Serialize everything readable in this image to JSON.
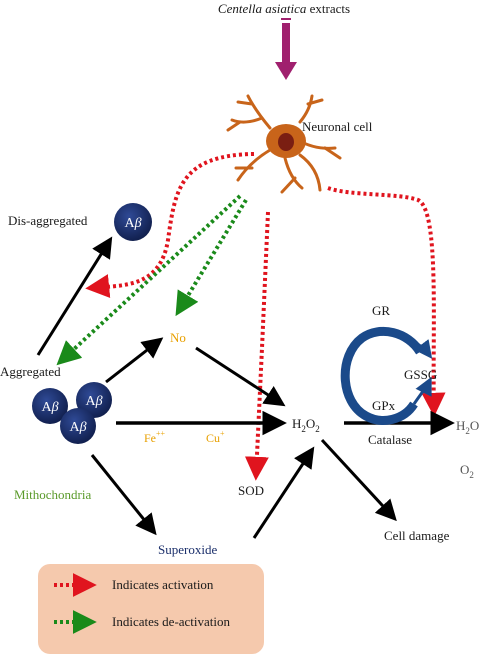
{
  "title": {
    "italic": "Centella asiatica",
    "rest": " extracts"
  },
  "labels": {
    "neuronal_cell": "Neuronal cell",
    "dis_aggregated": "Dis-aggregated",
    "aggregated": "Aggregated",
    "ab_letter": "A",
    "ab_beta": "β",
    "no": "No",
    "fe": "Fe",
    "fe_sup": "++",
    "cu": "Cu",
    "cu_sup": "+",
    "h2o2_h": "H",
    "h2o2_sub1": "2",
    "h2o2_o": "O",
    "h2o2_sub2": "2",
    "mitochondria": "Mithochondria",
    "sod": "SOD",
    "superoxide": "Superoxide",
    "cell_damage": "Cell damage",
    "gr": "GR",
    "gssg": "GSSG",
    "gpx": "GPx",
    "catalase": "Catalase",
    "h2o": "H",
    "h2o_tail": "O",
    "o2_o": "O",
    "o2_sub": "2"
  },
  "legend": {
    "activation": "Indicates activation",
    "deactivation": "Indicates de-activation"
  },
  "colors": {
    "activation": "#e0141e",
    "deactivation": "#1a8a1a",
    "ab_fill": "#1b2f6b",
    "neuron": "#c8641a",
    "nucleus": "#7a1e12",
    "top_arrow": "#a0206e",
    "legend_bg": "#f5c9ad",
    "orange_text": "#e8a000",
    "green_text": "#5a9a2a",
    "blue_text": "#1b2f6b",
    "cycle": "#1b4a8a"
  }
}
